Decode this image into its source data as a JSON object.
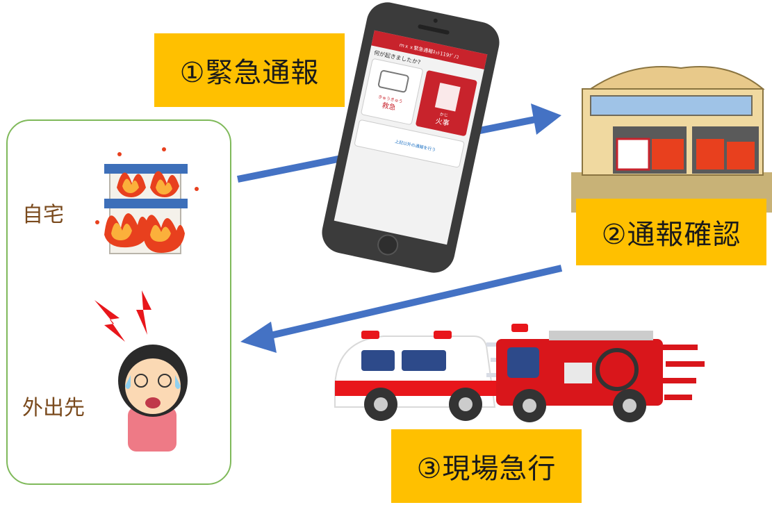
{
  "steps": {
    "emergency_call": "①緊急通報",
    "confirm_report": "②通報確認",
    "rush_to_scene": "③現場急行"
  },
  "locations": {
    "home": "自宅",
    "outside": "外出先"
  },
  "phone_screen": {
    "header": "ｍｘｘ緊急通報ﾈｯﾄ119ｸﾞﾉｺ",
    "question": "何が起きましたか?",
    "ambulance_label": "救急",
    "ambulance_kana": "きゅうきゅう",
    "fire_label": "火事",
    "fire_kana": "かじ",
    "other_label": "上記以外の通報を行う"
  },
  "colors": {
    "step_box": "#ffc000",
    "arrow": "#4472c4",
    "panel_border": "#7fb95a",
    "label_text": "#7a4a1d",
    "app_red": "#c8232c"
  }
}
